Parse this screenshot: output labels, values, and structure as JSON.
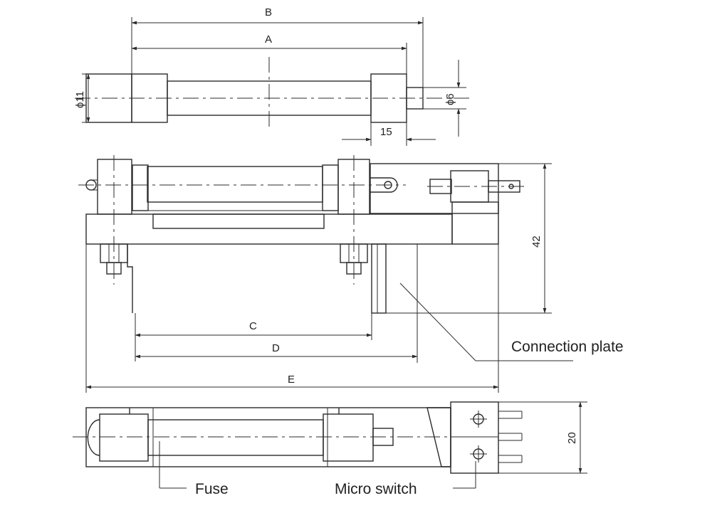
{
  "dimensions": {
    "B": "B",
    "A": "A",
    "phi11": "ϕ11",
    "phi6": "ϕ6",
    "d15": "15",
    "d42": "42",
    "C": "C",
    "D": "D",
    "E": "E",
    "d20": "20"
  },
  "callouts": {
    "connection_plate": "Connection plate",
    "fuse": "Fuse",
    "micro_switch": "Micro switch"
  }
}
